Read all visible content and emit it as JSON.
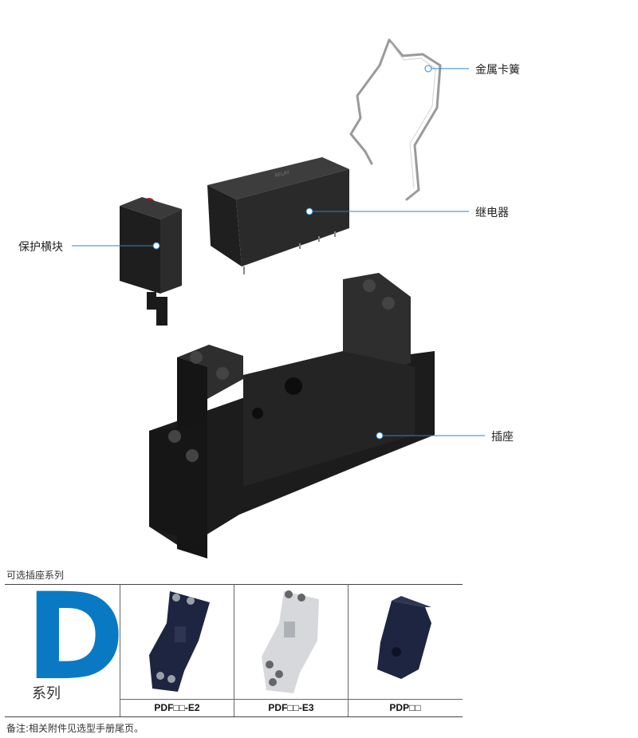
{
  "callouts": {
    "metal_clip": "金属卡簧",
    "relay": "继电器",
    "protection_module": "保护横块",
    "socket": "插座"
  },
  "optional_sockets": {
    "title": "可选插座系列",
    "series_letter": "D",
    "series_suffix": "系列",
    "models": [
      "PDF□□-E2",
      "PDF□□-E3",
      "PDP□□"
    ]
  },
  "note": "备注:相关附件见选型手册尾页。",
  "colors": {
    "accent": "#0a79c4",
    "callout_line": "#2a86c8"
  }
}
